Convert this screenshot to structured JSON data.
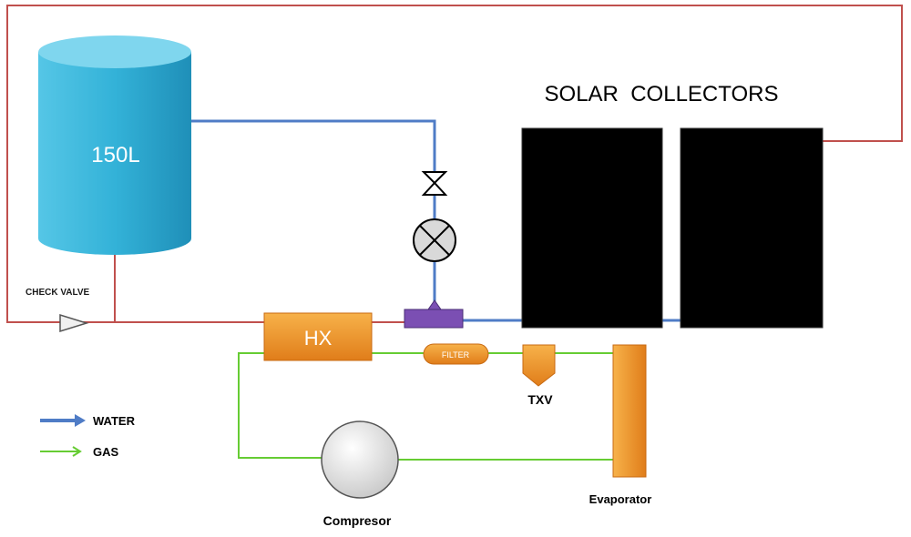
{
  "diagram": {
    "title": "SOLAR  COLLECTORS",
    "tank_label": "150L",
    "check_valve_label": "CHECK VALVE",
    "hx_label": "HX",
    "filter_label": "FILTER",
    "txv_label": "TXV",
    "evaporator_label": "Evaporator",
    "compressor_label": "Compresor",
    "legend": {
      "water": "WATER",
      "gas": "GAS"
    },
    "colors": {
      "water_line": "#4f7cc6",
      "gas_line": "#66cc33",
      "return_line": "#c0504d",
      "tank": "#33b2d8",
      "orange_component": "#f39a2b",
      "tee_fitting": "#7b4fb3",
      "collector_panel": "#000000",
      "compressor": "#dedede"
    }
  }
}
